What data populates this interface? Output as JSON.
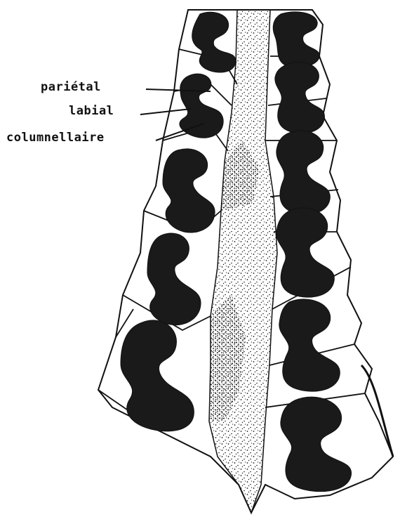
{
  "labels": {
    "parietal": "pariétal",
    "labial": "labial",
    "columnellaire": "columnellaire"
  },
  "colors": {
    "ink": "#111111",
    "paper": "#ffffff",
    "stipple": "#1a1a1a"
  }
}
